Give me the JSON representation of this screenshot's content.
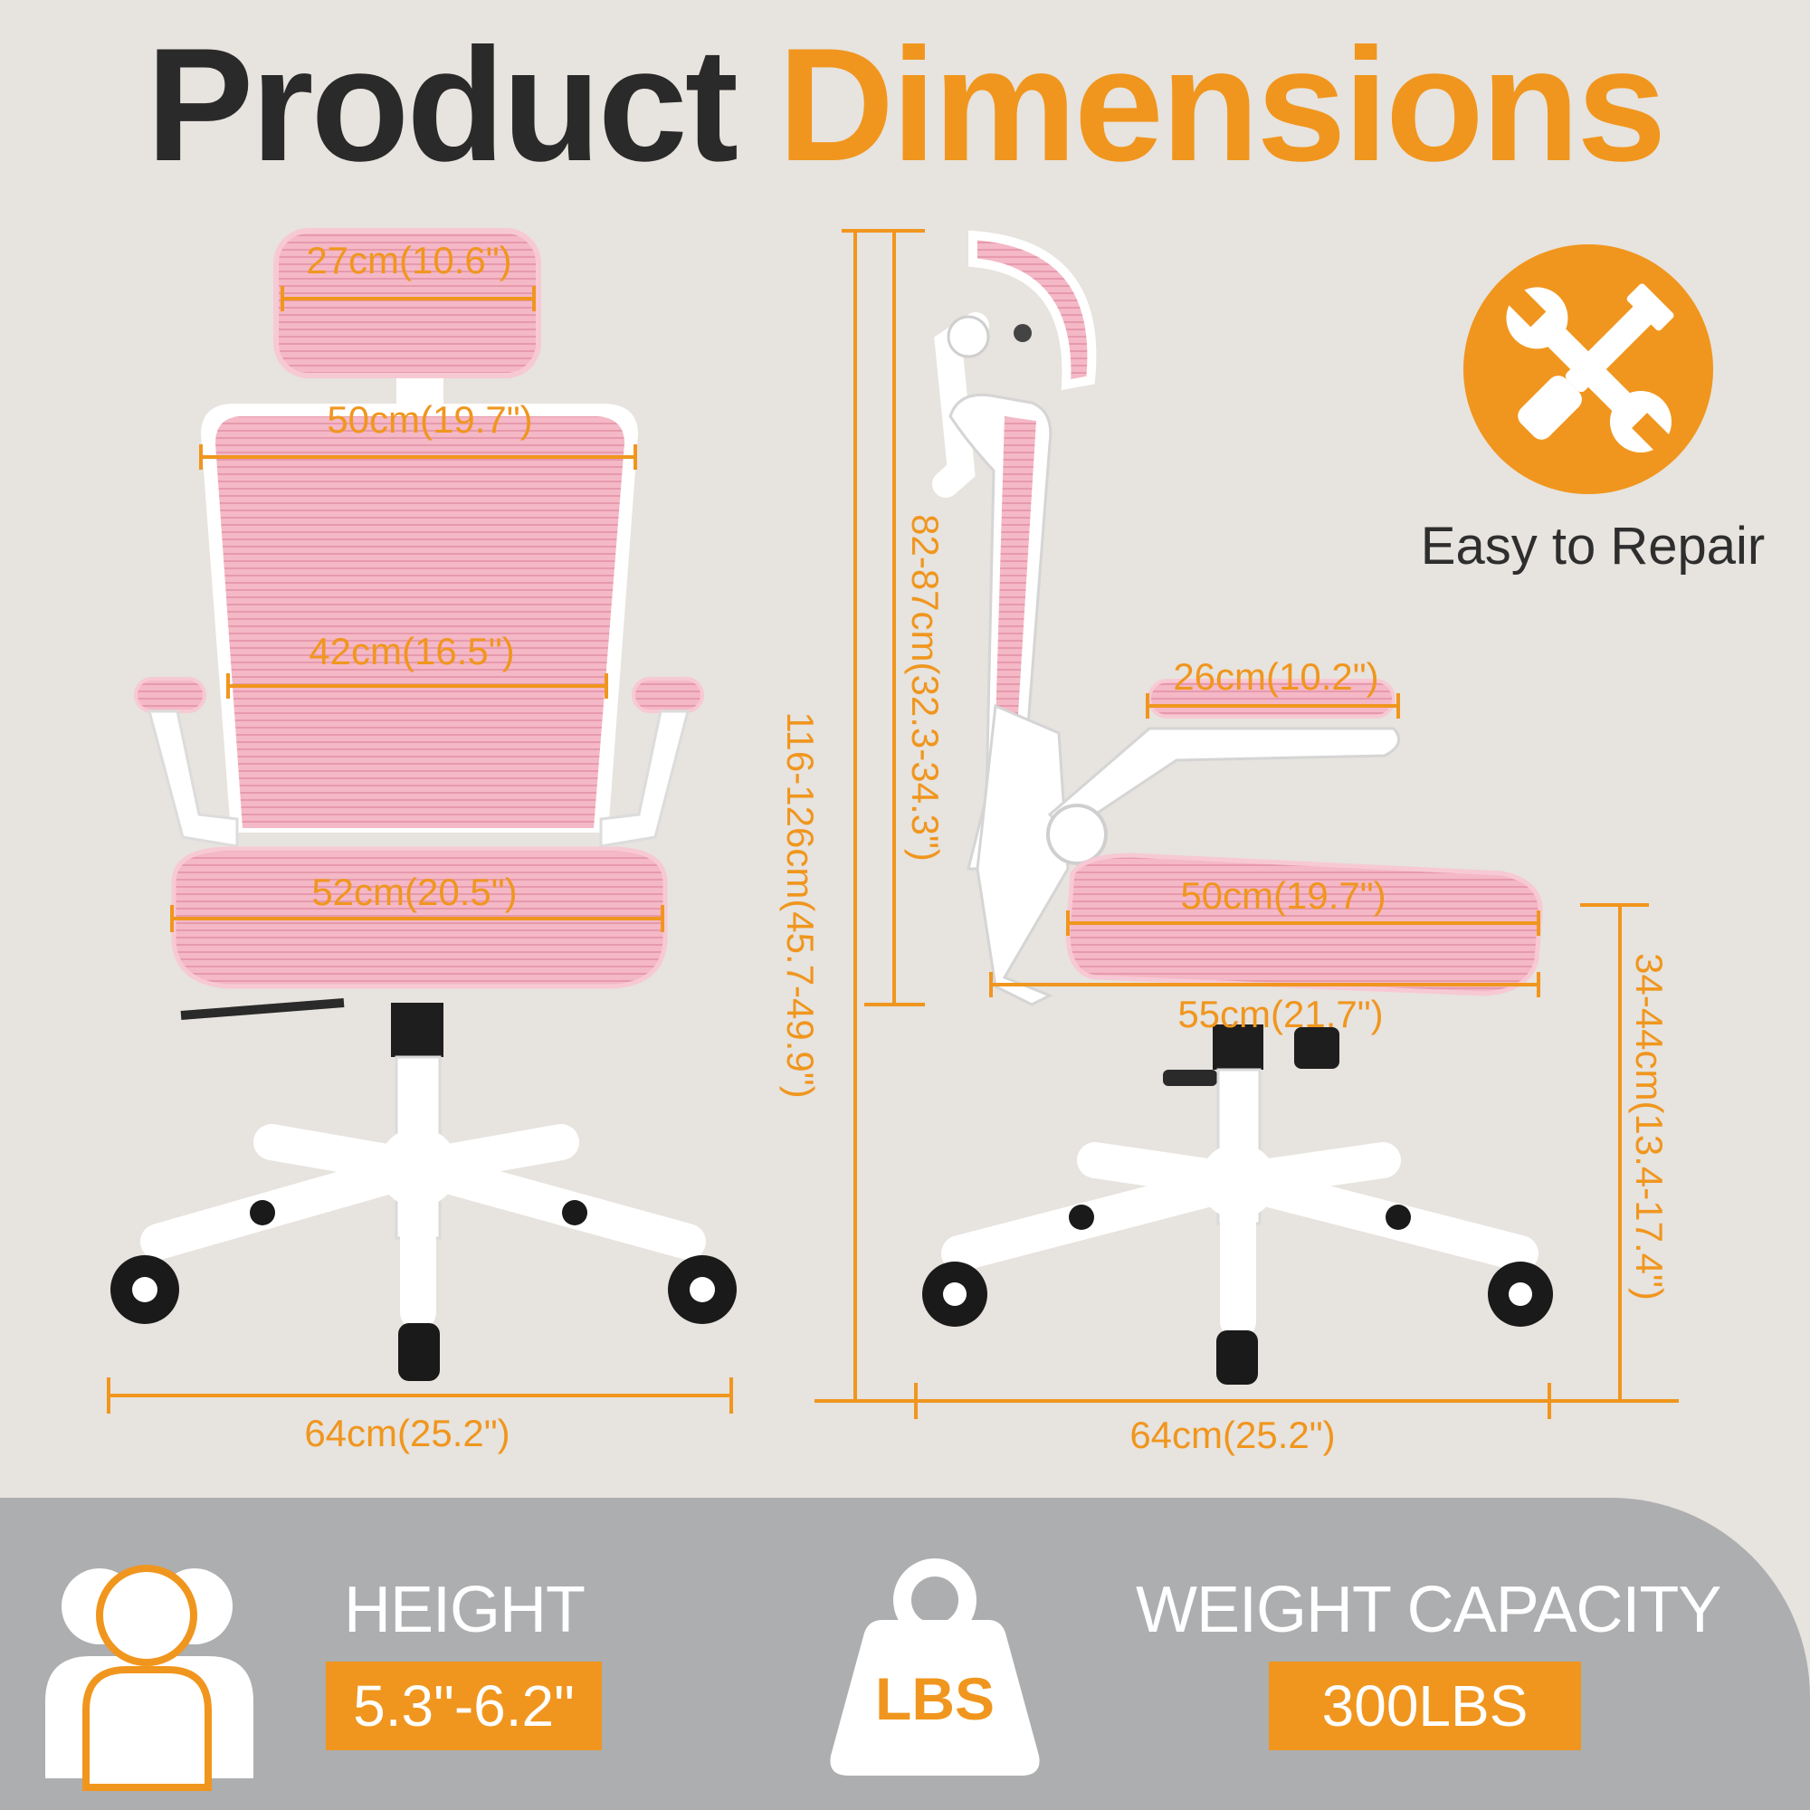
{
  "title": {
    "part1": "Product",
    "part2": "Dimensions"
  },
  "front_view": {
    "headrest_width": "27cm(10.6\")",
    "backrest_top_width": "50cm(19.7\")",
    "backrest_mid_width": "42cm(16.5\")",
    "seat_width": "52cm(20.5\")",
    "base_width": "64cm(25.2\")"
  },
  "side_view": {
    "total_height": "116-126cm(45.7-49.9\")",
    "backrest_height": "82-87cm(32.3-34.3\")",
    "armrest_length": "26cm(10.2\")",
    "seat_depth": "50cm(19.7\")",
    "armrest_to_back": "55cm(21.7\")",
    "seat_height": "34-44cm(13.4-17.4\")",
    "base_width": "64cm(25.2\")"
  },
  "badge": {
    "icon": "wrench-screwdriver-icon",
    "label": "Easy to Repair"
  },
  "stats": {
    "height_icon": "people-icon",
    "height_label": "HEIGHT",
    "height_value": "5.3\"-6.2\"",
    "weight_icon": "weight-icon",
    "weight_icon_text": "LBS",
    "weight_label": "WEIGHT CAPACITY",
    "weight_value": "300LBS"
  },
  "colors": {
    "accent": "#f0961e",
    "dark_text": "#2a2a2a",
    "background": "#e7e3de",
    "band": "#adaeb0",
    "chair_pink": "#f4b8c6"
  }
}
